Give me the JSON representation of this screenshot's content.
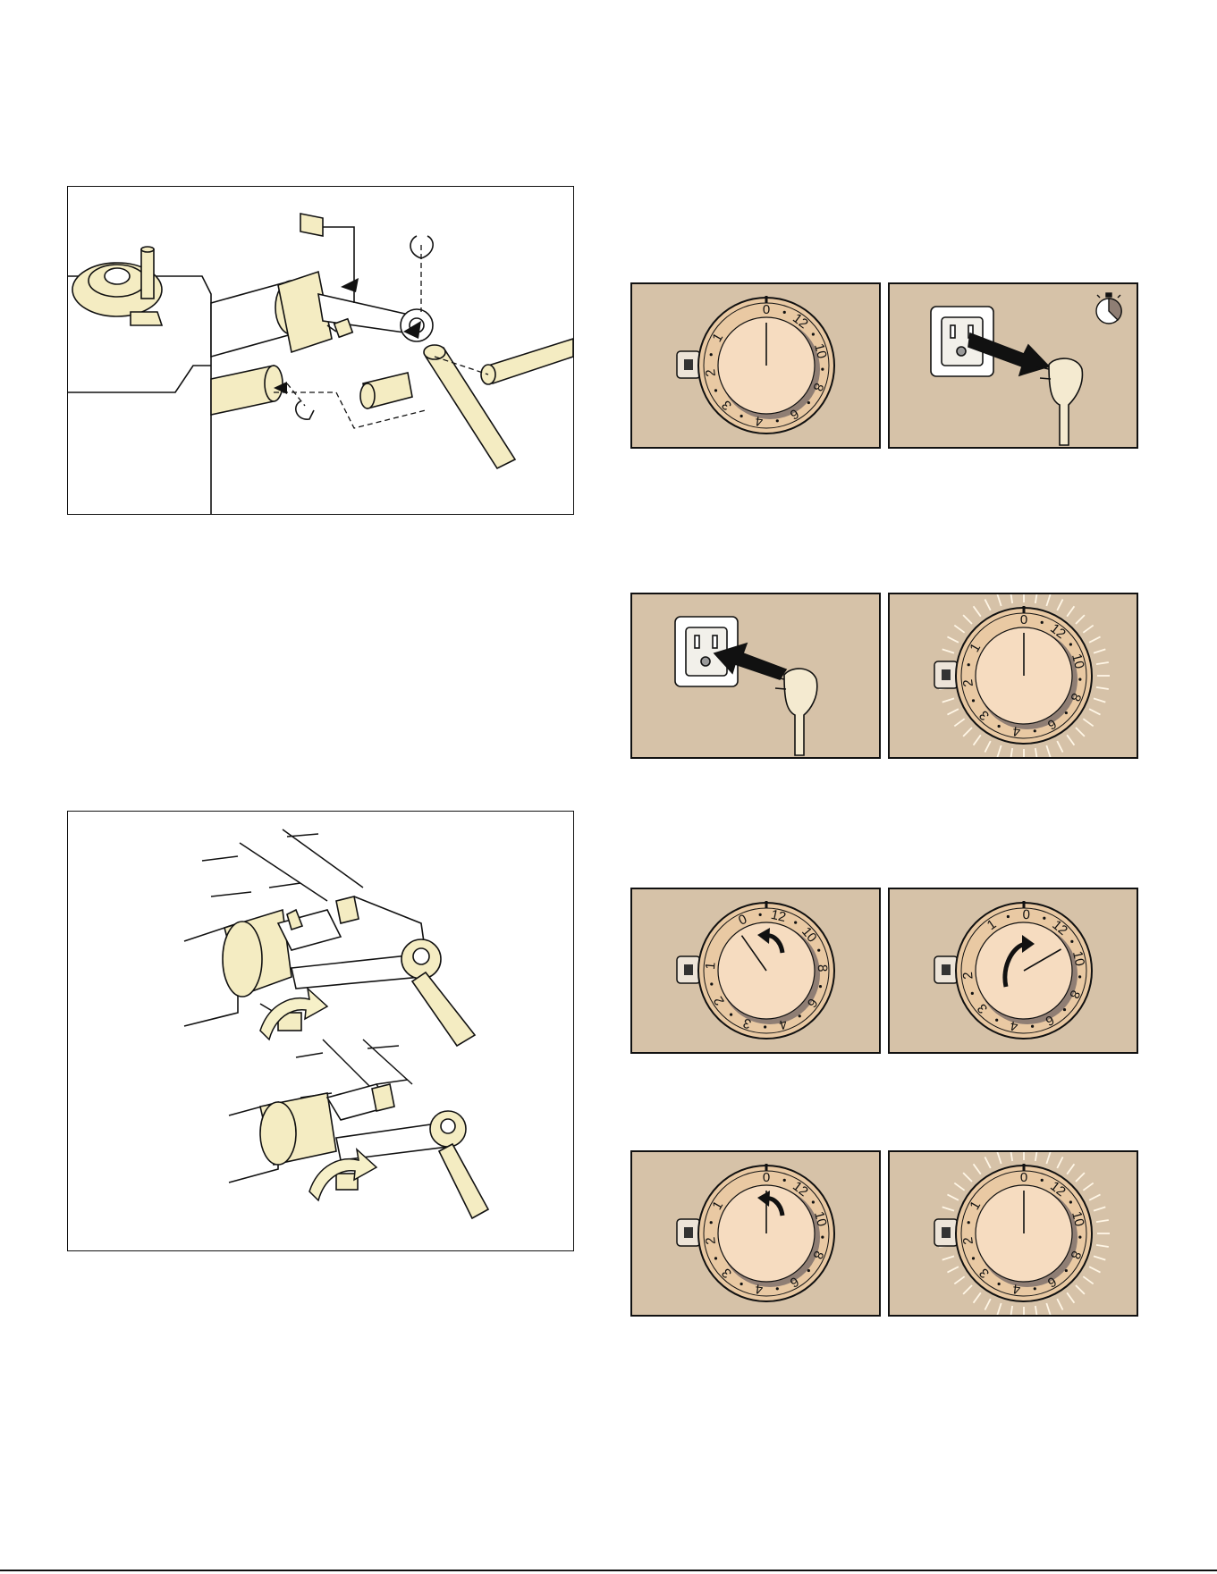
{
  "colors": {
    "panel_bg": "#d6c2a8",
    "dial_face": "#f6dcc0",
    "dial_ring": "#e9c9a3",
    "dial_shadow": "#8f7e74",
    "part_fill": "#f4ecc2",
    "arrow_glow": "#f6f0c8",
    "line": "#111111"
  },
  "dials": {
    "standard_labels": [
      "0",
      "12",
      "10",
      "8",
      "6",
      "4",
      "3",
      "2",
      "1"
    ],
    "ccw_variant_labels": [
      "0",
      "12",
      "10",
      "8",
      "6",
      "4",
      "3",
      "2",
      "1"
    ],
    "cw_variant_labels": [
      "1",
      "0",
      "12",
      "10",
      "8",
      "6",
      "4",
      "3",
      "2"
    ]
  },
  "figures": {
    "assembly_exploded": {
      "icon": "shaft-assembly-exploded-illustration"
    },
    "gap_adjustment": {
      "icon": "shaft-gap-adjustment-illustration"
    }
  },
  "panels": [
    {
      "id": "row1-left",
      "icon": "timer-dial-off-icon"
    },
    {
      "id": "row1-right",
      "icon": "unplug-from-outlet-icon",
      "wait_icon": "stopwatch-icon"
    },
    {
      "id": "row2-left",
      "icon": "plug-into-outlet-icon"
    },
    {
      "id": "row2-right",
      "icon": "timer-dial-glowing-icon"
    },
    {
      "id": "row3-left",
      "icon": "turn-dial-counterclockwise-icon"
    },
    {
      "id": "row3-right",
      "icon": "turn-dial-clockwise-icon"
    },
    {
      "id": "row4-left",
      "icon": "return-dial-to-zero-icon"
    },
    {
      "id": "row4-right",
      "icon": "timer-dial-glowing-icon"
    }
  ]
}
